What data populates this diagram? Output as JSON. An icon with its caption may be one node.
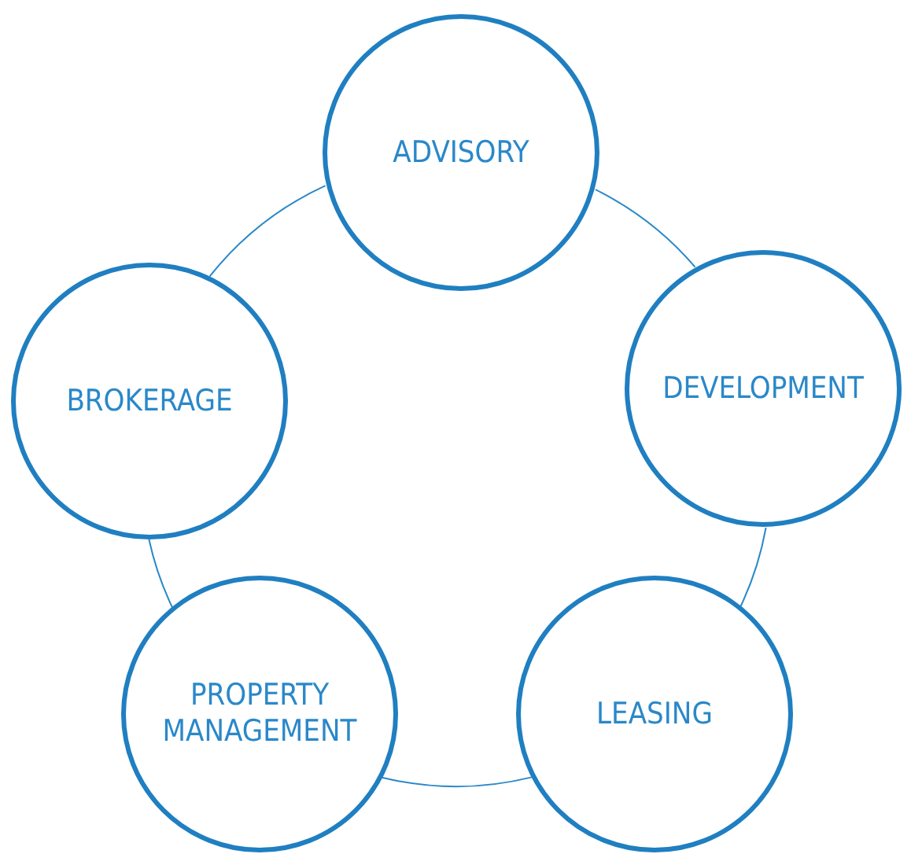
{
  "diagram": {
    "nodes": [
      {
        "text": [
          "ADVISORY"
        ]
      },
      {
        "text": [
          "DEVELOPMENT"
        ]
      },
      {
        "text": [
          "LEASING"
        ]
      },
      {
        "text": [
          "PROPERTY MANAGEMENT"
        ]
      },
      {
        "text": [
          "BROKERAGE"
        ]
      }
    ],
    "edges": [
      {
        "from": 0,
        "to": 1,
        "arrow": "none"
      },
      {
        "from": 1,
        "to": 2,
        "arrow": "none"
      },
      {
        "from": 2,
        "to": 3,
        "arrow": "none"
      },
      {
        "from": 3,
        "to": 4,
        "arrow": "none"
      },
      {
        "from": 4,
        "to": 0,
        "arrow": "none"
      }
    ]
  }
}
